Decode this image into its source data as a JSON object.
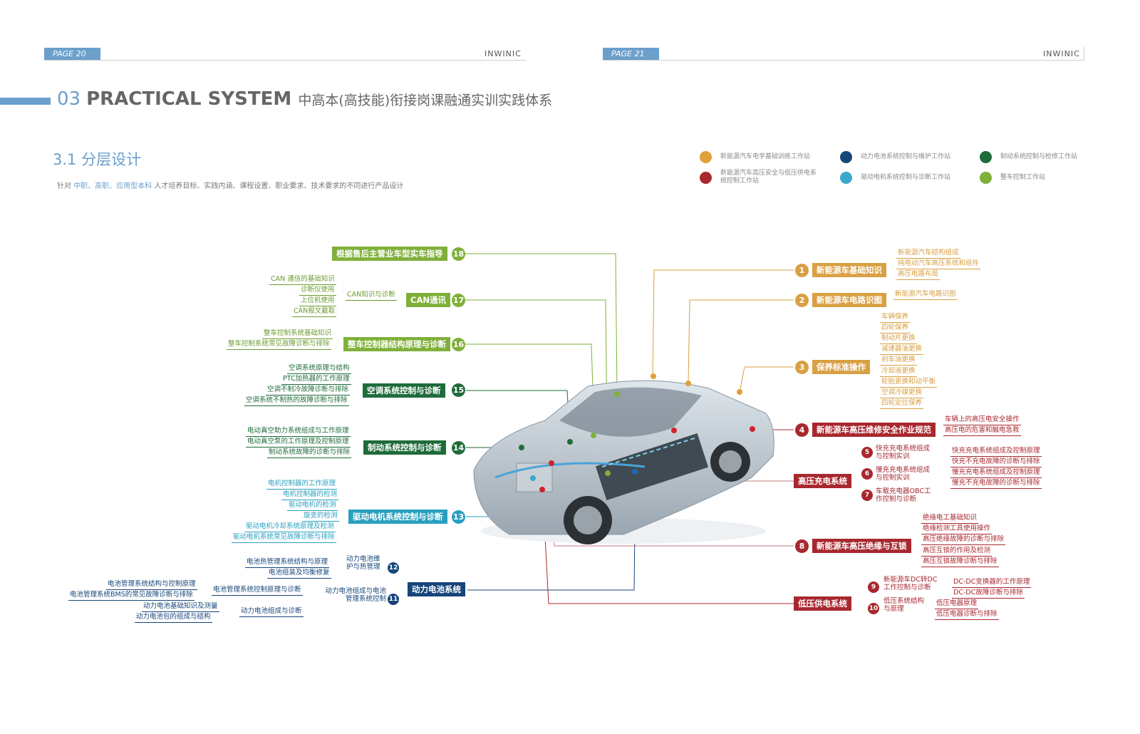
{
  "pages": {
    "left": {
      "label": "PAGE 20",
      "brand": "INWINIC"
    },
    "right": {
      "label": "PAGE 21",
      "brand": "INWINIC"
    }
  },
  "section": {
    "number": "03",
    "title_en": "PRACTICAL SYSTEM",
    "title_cn": "中高本(高技能)衔接岗课融通实训实践体系"
  },
  "subsection": {
    "title": "3.1 分层设计",
    "desc_prefix": "针对",
    "desc_highlight": "中职、高职、应用型本科",
    "desc_suffix": "人才培养目标、实践内涵、课程设置、职业要求、技术要求的不同进行产品设计"
  },
  "legend": [
    {
      "label": "新能源汽车电学基础训练工作站",
      "color": "#e0a03a"
    },
    {
      "label": "动力电池系统控制与维护工作站",
      "color": "#17457a"
    },
    {
      "label": "制动系统控制与检修工作站",
      "color": "#1f6b3a"
    },
    {
      "label": "新能源汽车高压安全与低压供电系统控制工作站",
      "color": "#a8282f"
    },
    {
      "label": "驱动电机系统控制与诊断工作站",
      "color": "#3aa8cc"
    },
    {
      "label": "整车控制工作站",
      "color": "#7fb03a"
    }
  ],
  "left_nodes": {
    "n18": {
      "badge": "18",
      "label": "根据售后主营业车型实车指导"
    },
    "n17": {
      "badge": "17",
      "label": "CAN通讯",
      "mid": "CAN知识与诊断",
      "leaves": [
        "CAN 通信的基础知识",
        "诊断仪使用",
        "上位机使用",
        "CAN报文截取"
      ]
    },
    "n16": {
      "badge": "16",
      "label": "整车控制器结构原理与诊断",
      "leaves": [
        "整车控制系统基础知识",
        "整车控制系统常见故障诊断与排除"
      ]
    },
    "n15": {
      "badge": "15",
      "label": "空调系统控制与诊断",
      "leaves": [
        "空调系统原理与结构",
        "PTC加热器的工作原理",
        "空调不制冷故障诊断与排除",
        "空调系统不制热的故障诊断与排除"
      ]
    },
    "n14": {
      "badge": "14",
      "label": "制动系统控制与诊断",
      "leaves": [
        "电动真空助力系统组成与工作原理",
        "电动真空泵的工作原理及控制原理",
        "制动系统故障的诊断与排除"
      ]
    },
    "n13": {
      "badge": "13",
      "label": "驱动电机系统控制与诊断",
      "leaves": [
        "电机控制器的工作原理",
        "电机控制器的检测",
        "驱动电机的检测",
        "旋变的检测",
        "驱动电机冷却系统原理及检测",
        "驱动电机系统常见故障诊断与排除"
      ]
    },
    "battery": {
      "label": "动力电池系统",
      "n12": {
        "badge": "12",
        "label": "动力电池维护与热管理",
        "leaves": [
          "电池热管理系统结构与原理",
          "电池组装及均衡修复"
        ]
      },
      "n11": {
        "badge": "11",
        "label": "动力电池组成与电池管理系统控制",
        "sub": [
          {
            "label": "电池管理系统控制原理与诊断",
            "leaves": [
              "电池管理系统结构与控制原理",
              "电池管理系统BMS的常见故障诊断与排除"
            ]
          },
          {
            "label": "动力电池组成与诊断",
            "leaves": [
              "动力电池基础知识及测量",
              "动力电池包的组成与结构"
            ]
          }
        ]
      }
    }
  },
  "right_nodes": {
    "n1": {
      "badge": "1",
      "label": "新能源车基础知识",
      "leaves": [
        "新能源汽车结构组成",
        "纯电动汽车高压系统和组件",
        "高压电路布局"
      ]
    },
    "n2": {
      "badge": "2",
      "label": "新能源车电路识图",
      "leaves": [
        "新能源汽车电路识图"
      ]
    },
    "n3": {
      "badge": "3",
      "label": "保养标准操作",
      "leaves": [
        "车辆保养",
        "四轮保养",
        "制动片更换",
        "减速器油更换",
        "刹车油更换",
        "冷却液更换",
        "轮胎更换和动平衡",
        "空调冷媒更换",
        "四轮定位保养"
      ]
    },
    "n4": {
      "badge": "4",
      "label": "新能源车高压维修安全作业规范",
      "leaves": [
        "车辆上的高压电安全操作",
        "高压电的危害和触电急救"
      ]
    },
    "hv": {
      "label": "高压充电系统",
      "items": [
        {
          "badge": "5",
          "label": "快充充电系统组成与控制实训",
          "leaves": [
            "快充充电系统组成及控制原理",
            "快充不充电故障的诊断与排除"
          ]
        },
        {
          "badge": "6",
          "label": "慢充充电系统组成与控制实训",
          "leaves": [
            "慢充充电系统组成及控制原理",
            "慢充不充电故障的诊断与排除"
          ]
        },
        {
          "badge": "7",
          "label": "车载充电器OBC工作控制与诊断"
        }
      ]
    },
    "n8": {
      "badge": "8",
      "label": "新能源车高压绝缘与互锁",
      "leaves": [
        "绝缘电工基础知识",
        "绝缘检测工具使用操作",
        "高压绝缘故障的诊断与排除",
        "高压互锁的作用及检测",
        "高压互锁故障诊断与排除"
      ]
    },
    "lv": {
      "label": "低压供电系统",
      "items": [
        {
          "badge": "9",
          "label": "新能源车DC转DC工作控制与诊断",
          "leaves": [
            "DC-DC变换器的工作原理",
            "DC-DC故障诊断与排除"
          ]
        },
        {
          "badge": "10",
          "label": "低压系统结构与原理",
          "leaves": [
            "低压电器原理",
            "低压电器诊断与排除"
          ]
        }
      ]
    }
  }
}
